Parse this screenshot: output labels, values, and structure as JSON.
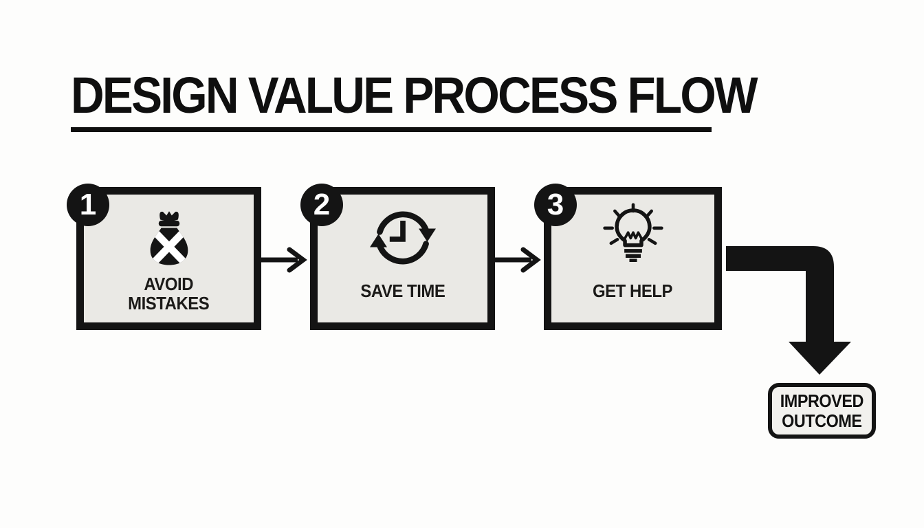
{
  "title": "DESIGN VALUE PROCESS FLOW",
  "steps": [
    {
      "number": "1",
      "label_line1": "AVOID",
      "label_line2": "MISTAKES",
      "icon": "money-bag-crossed-icon"
    },
    {
      "number": "2",
      "label_line1": "SAVE TIME",
      "icon": "clock-history-icon"
    },
    {
      "number": "3",
      "label_line1": "GET HELP",
      "icon": "lightbulb-icon"
    }
  ],
  "connectors": [
    {
      "from": "step-1",
      "to": "step-2",
      "icon": "right-arrow-icon"
    },
    {
      "from": "step-2",
      "to": "step-3",
      "icon": "right-arrow-icon"
    },
    {
      "from": "step-3",
      "to": "outcome",
      "icon": "bent-down-arrow-icon"
    }
  ],
  "outcome": {
    "line1": "IMPROVED",
    "line2": "OUTCOME"
  },
  "colors": {
    "ink": "#141414",
    "box-fill": "#eae9e5",
    "outcome-fill": "#f2f1ee",
    "page-bg": "#fdfdfc"
  }
}
